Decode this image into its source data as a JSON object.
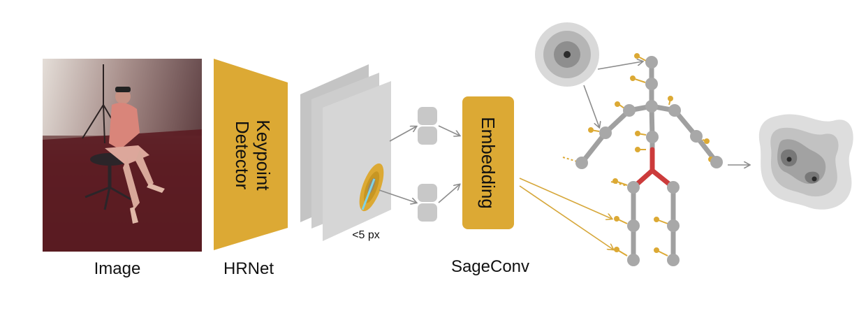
{
  "labels": {
    "image": "Image",
    "detector_line1": "Keypoint",
    "detector_line2": "Detector",
    "backbone": "HRNet",
    "error_bound": "<5 px",
    "embedding": "Embedding",
    "gnn": "SageConv"
  },
  "colors": {
    "accent": "#DCA934",
    "gray_node": "#A8A8A8",
    "bone": "#A0A0A0",
    "red_bone": "#CC3B3B",
    "layer_gray": "#C8C8C8",
    "arrow_gray": "#8C8C8C",
    "arrow_gold": "#D6A73A",
    "cyan_mark": "#7FD3E6"
  }
}
